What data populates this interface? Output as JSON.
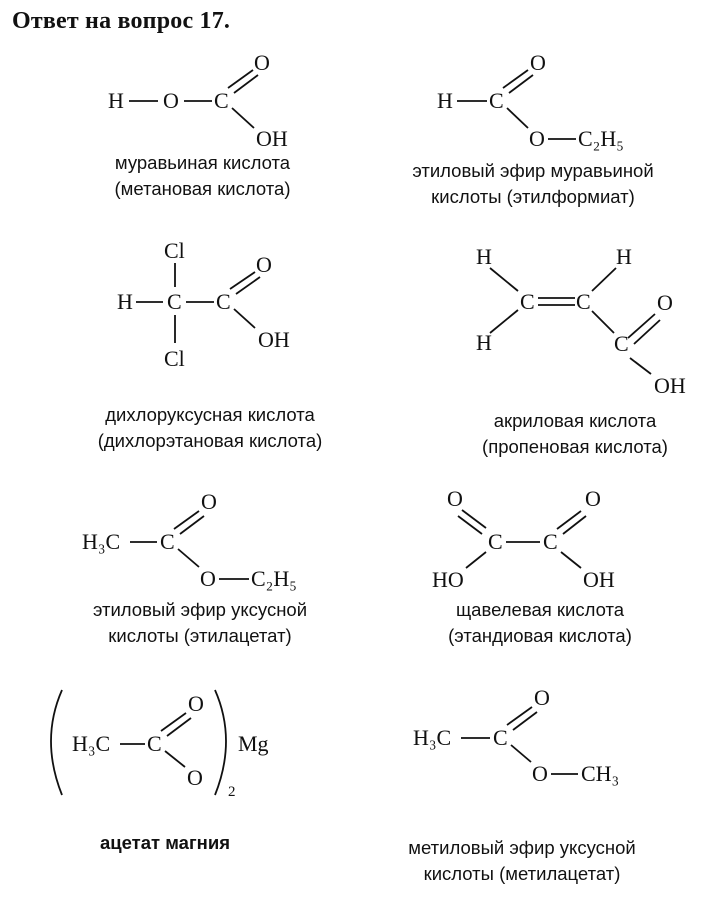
{
  "title": "Ответ на вопрос 17.",
  "labels": {
    "H": "H",
    "C": "C",
    "O": "O",
    "OH": "OH",
    "HO": "HO",
    "Cl": "Cl",
    "Mg": "Mg",
    "H3C": "H₃C",
    "C2H5": "C₂H₅",
    "CH3": "CH₃",
    "two": "2"
  },
  "compounds": [
    {
      "name": "formic-acid",
      "caption": [
        "муравьиная кислота",
        "(метановая кислота)"
      ]
    },
    {
      "name": "ethyl-formate",
      "caption": [
        "этиловый эфир муравьиной",
        "кислоты (этилформиат)"
      ]
    },
    {
      "name": "dichloroacetic-acid",
      "caption": [
        "дихлоруксусная кислота",
        "(дихлорэтановая кислота)"
      ]
    },
    {
      "name": "acrylic-acid",
      "caption": [
        "акриловая кислота",
        "(пропеновая кислота)"
      ]
    },
    {
      "name": "ethyl-acetate",
      "caption": [
        "этиловый эфир уксусной",
        "кислоты (этилацетат)"
      ]
    },
    {
      "name": "oxalic-acid",
      "caption": [
        "щавелевая кислота",
        "(этандиовая кислота)"
      ]
    },
    {
      "name": "magnesium-acetate",
      "caption": [
        "ацетат магния"
      ]
    },
    {
      "name": "methyl-acetate",
      "caption": [
        "метиловый эфир уксусной",
        "кислоты (метилацетат)"
      ]
    }
  ]
}
